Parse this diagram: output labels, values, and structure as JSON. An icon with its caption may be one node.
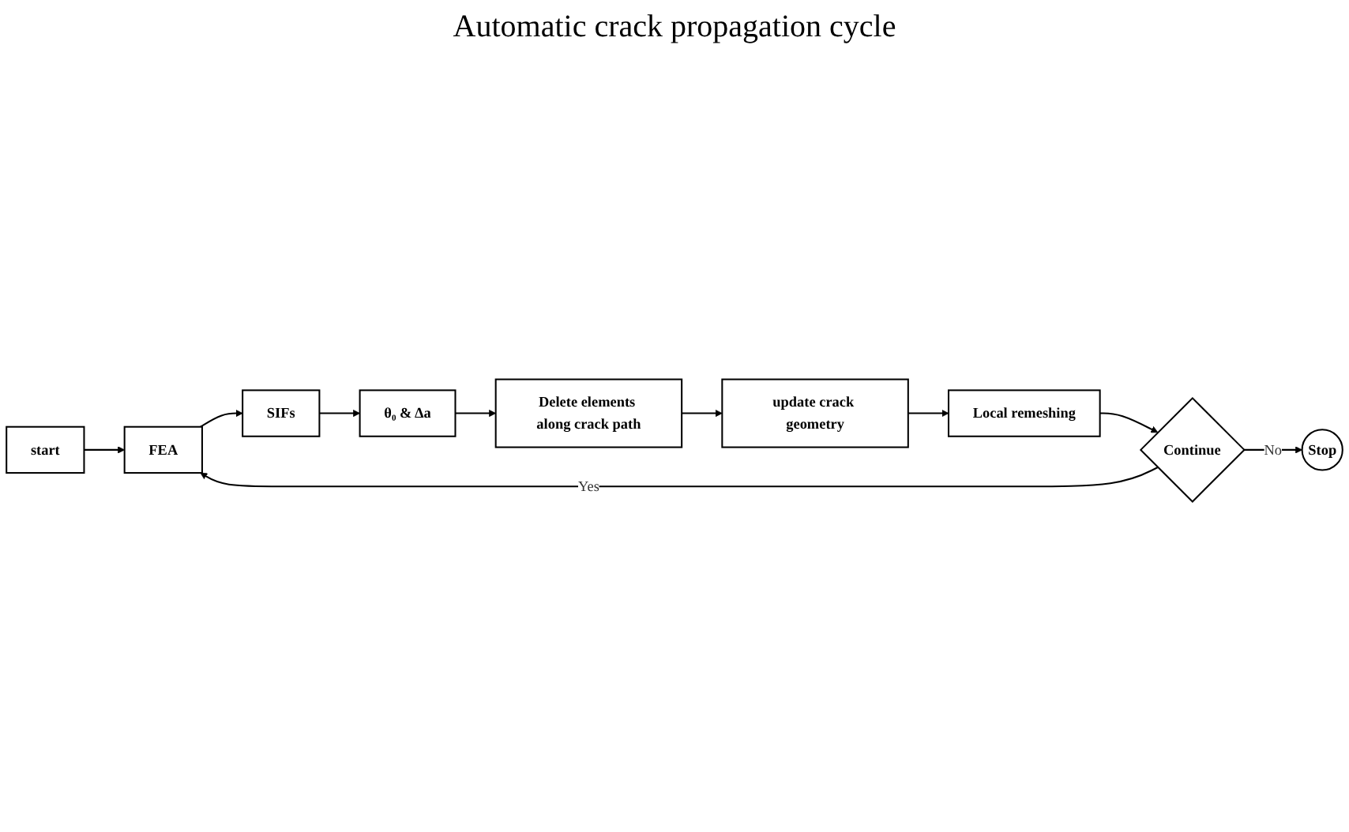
{
  "diagram": {
    "nodes": [
      {
        "text": [
          "start"
        ]
      },
      {
        "text": [
          "FEA"
        ]
      },
      {
        "text": [
          "SIFs"
        ]
      },
      {
        "text": [
          "θ₀ & Δa"
        ]
      },
      {
        "text": [
          "Delete elements along crack path"
        ]
      },
      {
        "text": [
          "update crack geometry"
        ]
      },
      {
        "text": [
          "Local remeshing"
        ]
      },
      {
        "text": [
          "Continue"
        ]
      },
      {
        "text": [
          "Stop"
        ]
      }
    ],
    "edges": [
      {
        "from": 0,
        "to": 1,
        "arrow": "to"
      },
      {
        "from": 1,
        "to": 2,
        "arrow": "to"
      },
      {
        "from": 2,
        "to": 3,
        "arrow": "to"
      },
      {
        "from": 3,
        "to": 4,
        "arrow": "to"
      },
      {
        "from": 4,
        "to": 5,
        "arrow": "to"
      },
      {
        "from": 5,
        "to": 6,
        "arrow": "to"
      },
      {
        "from": 6,
        "to": 7,
        "arrow": "to"
      },
      {
        "from": 7,
        "to": 1,
        "arrow": "to",
        "label": "Yes"
      },
      {
        "from": 7,
        "to": 8,
        "arrow": "to",
        "label": "No"
      }
    ],
    "labels": [
      "Automatic crack propagation cycle"
    ]
  }
}
